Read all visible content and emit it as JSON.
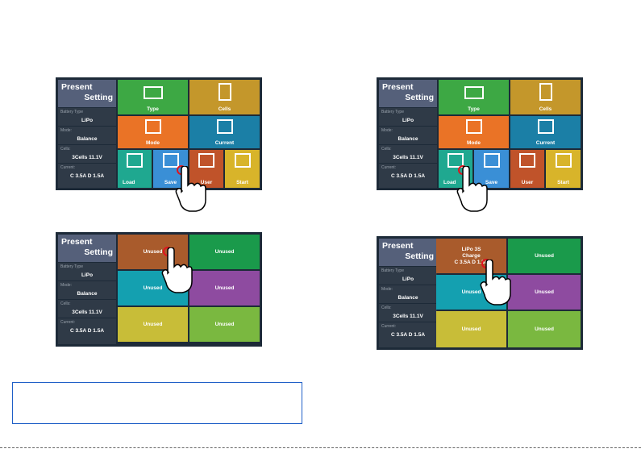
{
  "sidebar": {
    "title_line1": "Present",
    "title_line2": "Setting",
    "battery_type_label": "Battery Type",
    "battery_type_value": "LiPo",
    "mode_label": "Mode:",
    "mode_value": "Balance",
    "cells_label": "Cells:",
    "cells_value": "3Cells  11.1V",
    "current_label": "Current:",
    "current_value": "C 3.5A  D 1.5A"
  },
  "menu": {
    "type": "Type",
    "cells": "Cells",
    "mode": "Mode",
    "current": "Current",
    "load": "Load",
    "save": "Save",
    "user": "User",
    "start": "Start"
  },
  "slots": {
    "unused": "Unused",
    "saved_line1": "LiPo 3S",
    "saved_line2": "Charge",
    "saved_line3": "C 3.5A  D 1.5A"
  },
  "colors": {
    "green": "#3da844",
    "mustard": "#c4972b",
    "orange": "#ea7326",
    "blue": "#1b7fa6",
    "teal": "#1fa890",
    "sky": "#3a8fd6",
    "rust": "#c0532a",
    "yellow": "#d8b42a",
    "brown": "#a95b2c",
    "slot_green": "#1a9a4b",
    "slot_teal": "#14a0b0",
    "slot_purple": "#8e4ba0",
    "slot_olive": "#c8bd38",
    "slot_lime": "#7ab840"
  }
}
